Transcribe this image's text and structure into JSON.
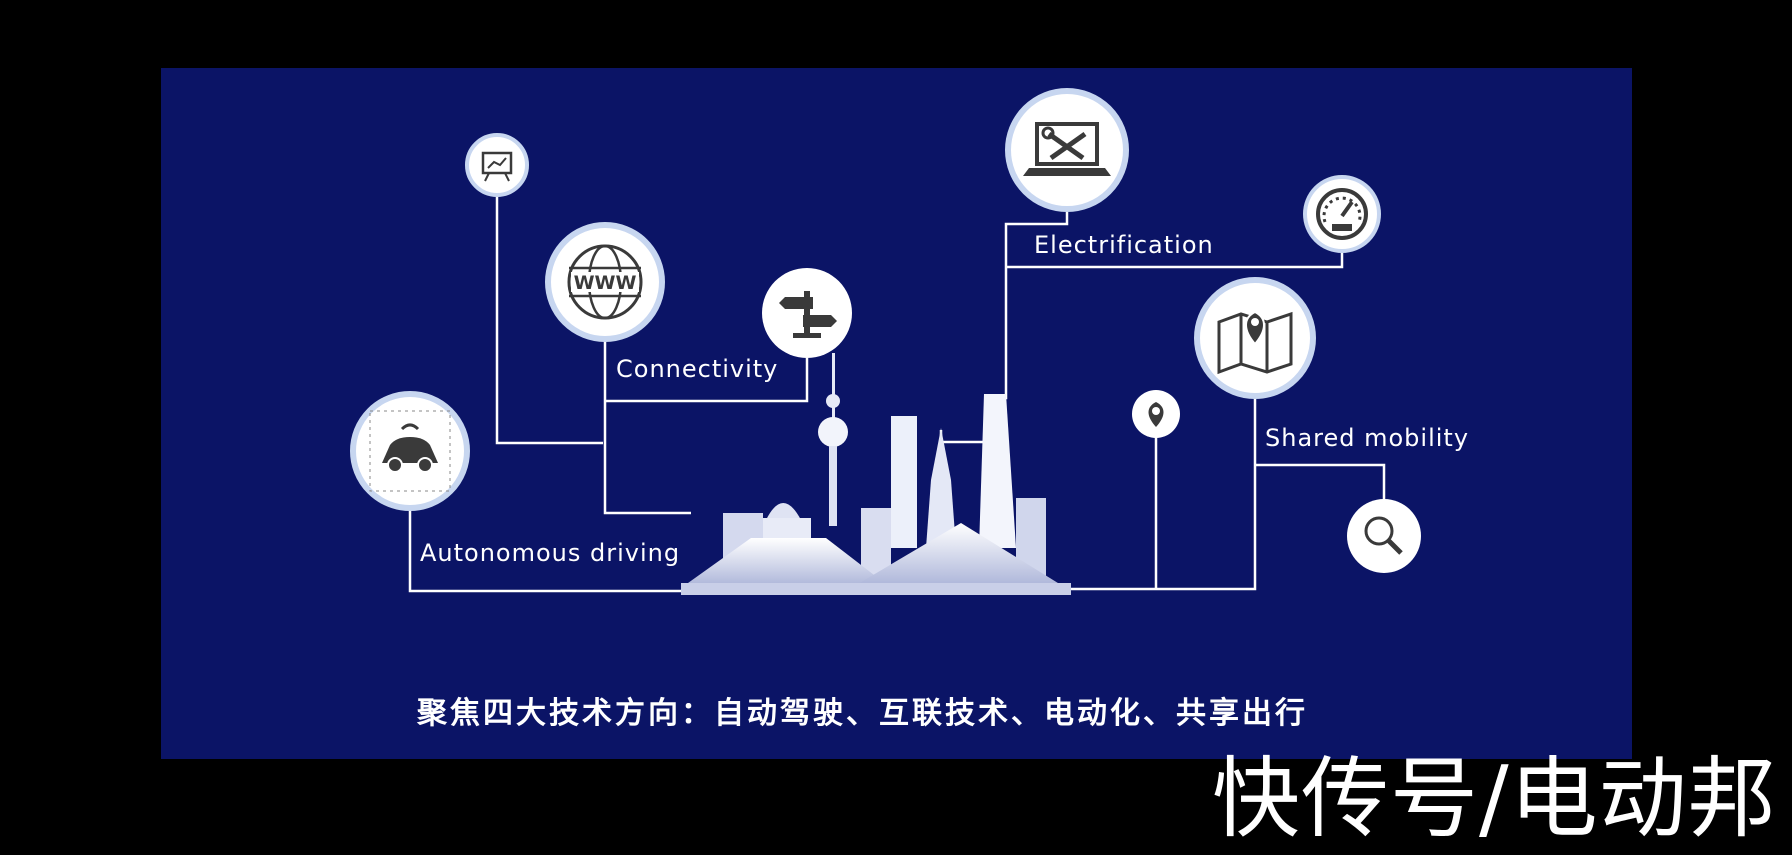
{
  "labels": {
    "autonomous": "Autonomous driving",
    "connectivity": "Connectivity",
    "electrification": "Electrification",
    "shared": "Shared mobility"
  },
  "caption": "聚焦四大技术方向：自动驾驶、互联技术、电动化、共享出行",
  "watermark": "快传号/电动邦",
  "icons": {
    "autonomous": "autonomous-car-icon",
    "chart": "presentation-chart-icon",
    "www": "www-globe-icon",
    "signpost": "signpost-icon",
    "tools": "laptop-tools-icon",
    "speed": "speedometer-icon",
    "map": "map-pin-icon",
    "location": "location-pin-icon",
    "search": "search-icon"
  },
  "colors": {
    "background": "#000000",
    "slide": "#0b1466",
    "lines": "#ffffff",
    "icon_ring": "#c7d6f0",
    "icon_glyph": "#3a3a3a"
  }
}
